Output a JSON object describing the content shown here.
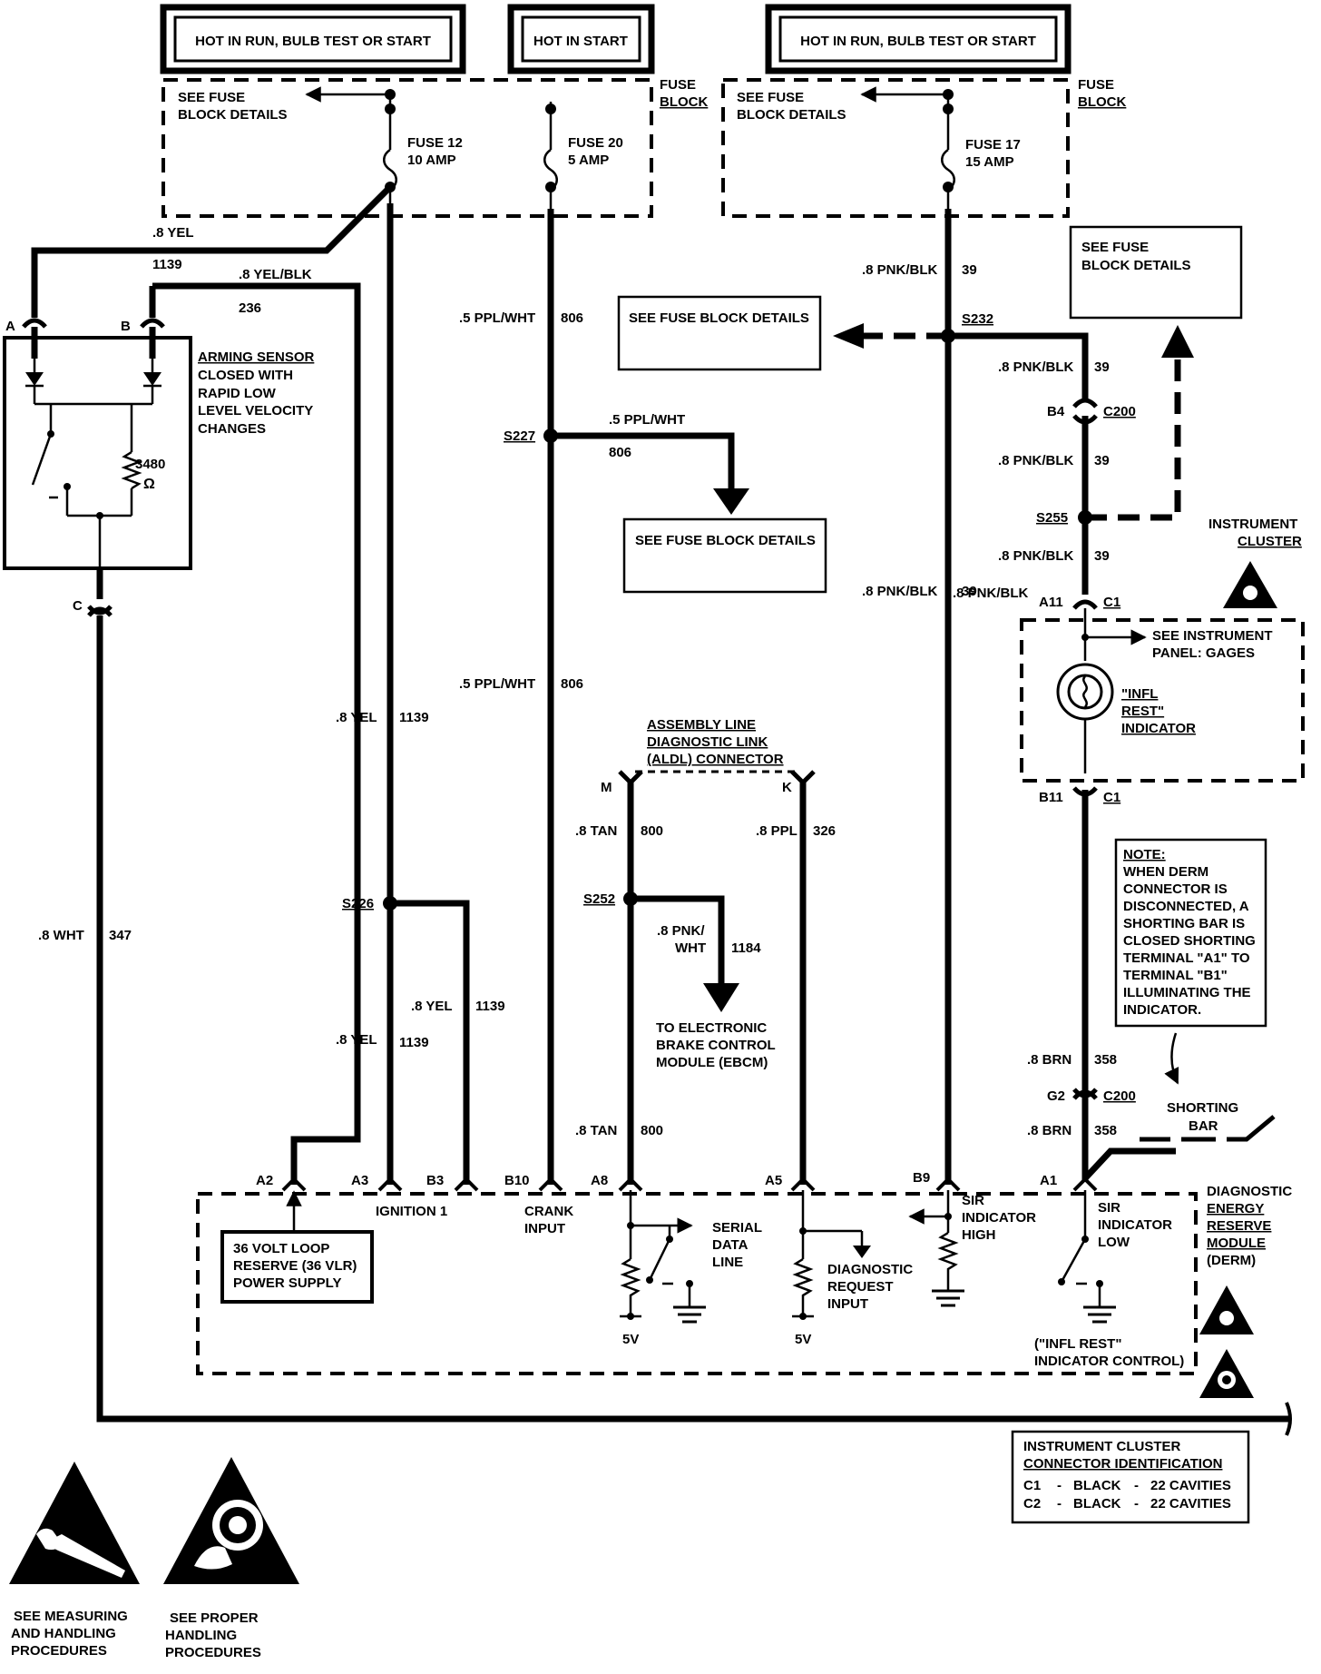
{
  "power": {
    "hot_run_bulb_start_1": "HOT IN RUN, BULB TEST OR START",
    "hot_start": "HOT IN START",
    "hot_run_bulb_start_2": "HOT IN RUN, BULB TEST OR START"
  },
  "fuse_block": {
    "label_1": "FUSE",
    "label_2": "BLOCK",
    "see_details_1": "SEE FUSE",
    "see_details_2": "BLOCK DETAILS",
    "fuse12_name": "FUSE 12",
    "fuse12_amp": "10 AMP",
    "fuse20_name": "FUSE 20",
    "fuse20_amp": "5 AMP",
    "fuse17_name": "FUSE 17",
    "fuse17_amp": "15 AMP",
    "see_fuse_block_details": "SEE FUSE BLOCK DETAILS",
    "see_fuse_block_details_box_1": "SEE FUSE",
    "see_fuse_block_details_box_2": "BLOCK DETAILS"
  },
  "wires": {
    "yel_08": ".8 YEL",
    "c1139": "1139",
    "yel_blk_08": ".8 YEL/BLK",
    "c236": "236",
    "ppl_wht_05": ".5 PPL/WHT",
    "c806": "806",
    "pnk_blk_08": ".8 PNK/BLK",
    "c39": "39",
    "tan_08": ".8 TAN",
    "c800": "800",
    "ppl_08": ".8 PPL",
    "c326": "326",
    "pnk_08": ".8 PNK/",
    "wht": "WHT",
    "c1184": "1184",
    "brn_08": ".8 BRN",
    "c358": "358",
    "wht_08": ".8 WHT",
    "c347": "347"
  },
  "splices": {
    "s227": "S227",
    "s226": "S226",
    "s252": "S252",
    "s232": "S232",
    "s255": "S255"
  },
  "connectors": {
    "a": "A",
    "b": "B",
    "c": "C",
    "m": "M",
    "k": "K",
    "b4": "B4",
    "c200": "C200",
    "a11": "A11",
    "c1": "C1",
    "b11": "B11",
    "g2": "G2",
    "a2": "A2",
    "a3": "A3",
    "b3": "B3",
    "b10": "B10",
    "a8": "A8",
    "a5": "A5",
    "b9": "B9",
    "a1": "A1"
  },
  "arming_sensor": {
    "line1": "ARMING SENSOR",
    "line2": "CLOSED WITH",
    "line3": "RAPID LOW",
    "line4": "LEVEL VELOCITY",
    "line5": "CHANGES",
    "resistance": "3480",
    "ohm": "Ω"
  },
  "aldl": {
    "line1": "ASSEMBLY LINE",
    "line2": "DIAGNOSTIC LINK",
    "line3": "(ALDL) CONNECTOR"
  },
  "ebcm": {
    "line1": "TO ELECTRONIC",
    "line2": "BRAKE CONTROL",
    "line3": "MODULE (EBCM)"
  },
  "instrument_cluster": {
    "title_1": "INSTRUMENT",
    "title_2": "CLUSTER",
    "see_1": "SEE INSTRUMENT",
    "see_2": "PANEL:  GAGES",
    "infl_1": "\"INFL",
    "infl_2": "REST\"",
    "infl_3": "INDICATOR"
  },
  "note": {
    "title": "NOTE:",
    "l1": "WHEN DERM",
    "l2": "CONNECTOR IS",
    "l3": "DISCONNECTED, A",
    "l4": "SHORTING BAR IS",
    "l5": "CLOSED SHORTING",
    "l6": "TERMINAL \"A1\" TO",
    "l7": "TERMINAL \"B1\"",
    "l8": "ILLUMINATING THE",
    "l9": "INDICATOR."
  },
  "shorting_bar": {
    "l1": "SHORTING",
    "l2": "BAR"
  },
  "derm": {
    "ignition": "IGNITION 1",
    "crank_1": "CRANK",
    "crank_2": "INPUT",
    "serial_1": "SERIAL",
    "serial_2": "DATA",
    "serial_3": "LINE",
    "diag_1": "DIAGNOSTIC",
    "diag_2": "REQUEST",
    "diag_3": "INPUT",
    "sir_high_1": "SIR",
    "sir_high_2": "INDICATOR",
    "sir_high_3": "HIGH",
    "sir_low_1": "SIR",
    "sir_low_2": "INDICATOR",
    "sir_low_3": "LOW",
    "infl_ctrl_1": "(\"INFL REST\"",
    "infl_ctrl_2": "INDICATOR CONTROL)",
    "v5": "5V",
    "psu_1": "36 VOLT LOOP",
    "psu_2": "RESERVE (36 VLR)",
    "psu_3": "POWER SUPPLY",
    "name_1": "DIAGNOSTIC",
    "name_2": "ENERGY",
    "name_3": "RESERVE",
    "name_4": "MODULE",
    "name_5": "(DERM)"
  },
  "cluster_id": {
    "title_1": "INSTRUMENT CLUSTER",
    "title_2": "CONNECTOR IDENTIFICATION",
    "row1_c": "C1",
    "row1_dash": "-",
    "row1_color": "BLACK",
    "row1_dash2": "-",
    "row1_cav": "22 CAVITIES",
    "row2_c": "C2",
    "row2_dash": "-",
    "row2_color": "BLACK",
    "row2_dash2": "-",
    "row2_cav": "22 CAVITIES"
  },
  "footer": {
    "measure_1": "SEE MEASURING",
    "measure_2": "AND HANDLING",
    "measure_3": "PROCEDURES",
    "handling_1": "SEE PROPER",
    "handling_2": "HANDLING",
    "handling_3": "PROCEDURES"
  }
}
